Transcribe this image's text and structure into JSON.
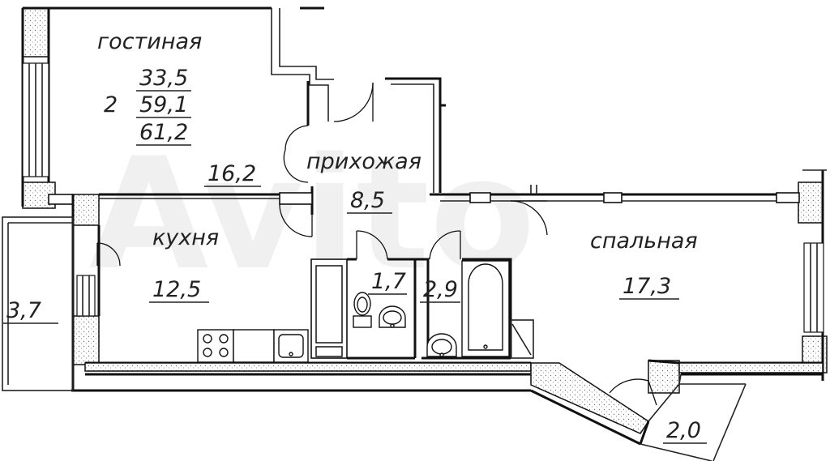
{
  "plan": {
    "apartment": {
      "rooms_count": "2",
      "living_area": "33,5",
      "total_area": "59,1",
      "total_with_balcony": "61,2"
    },
    "rooms": {
      "living_room": {
        "name": "гостиная",
        "area": "16,2"
      },
      "hallway": {
        "name": "прихожая",
        "area": "8,5"
      },
      "kitchen": {
        "name": "кухня",
        "area": "12,5"
      },
      "bedroom": {
        "name": "спальная",
        "area": "17,3"
      },
      "toilet": {
        "area": "1,7"
      },
      "bathroom": {
        "area": "2,9"
      },
      "loggia_left": {
        "area": "3,7"
      },
      "loggia_right": {
        "area": "2,0"
      }
    },
    "watermark": "Avito"
  }
}
